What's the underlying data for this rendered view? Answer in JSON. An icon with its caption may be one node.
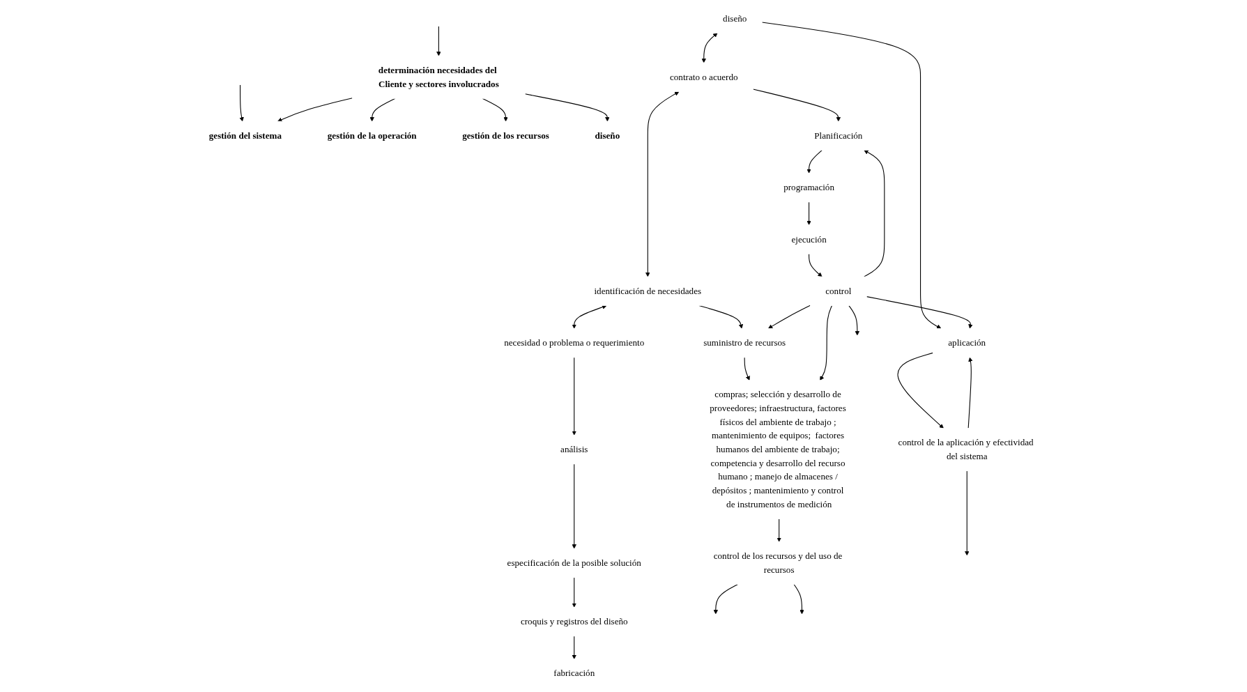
{
  "diagram": {
    "nodes": [
      {
        "text": [
          "determinación necesidades del Cliente y sectores involucrados"
        ]
      },
      {
        "text": [
          "gestión del sistema"
        ]
      },
      {
        "text": [
          "gestión de la operación"
        ]
      },
      {
        "text": [
          "gestión de los recursos"
        ]
      },
      {
        "text": [
          "diseño"
        ]
      },
      {
        "text": [
          "diseño"
        ]
      },
      {
        "text": [
          "contrato o acuerdo"
        ]
      },
      {
        "text": [
          "identificación de necesidades"
        ]
      },
      {
        "text": [
          "necesidad o problema o requerimiento"
        ]
      },
      {
        "text": [
          "aplicación"
        ]
      },
      {
        "text": [
          "Planificación"
        ]
      },
      {
        "text": [
          "suministro de recursos"
        ]
      },
      {
        "text": [
          "análisis"
        ]
      },
      {
        "text": [
          "programación"
        ]
      },
      {
        "text": [
          "compras; selección y desarrollo de proveedores; infraestructura, factores físicos del ambiente de trabajo ; mantenimiento de equipos;  factores humanos del ambiente de trabajo; competencia y desarrollo del recurso humano ; manejo de almacenes / depósitos ; mantenimiento y control de instrumentos de medición"
        ]
      },
      {
        "text": [
          "control de la aplicación y efectividad del sistema"
        ]
      },
      {
        "text": [
          "especificación de la posible solución"
        ]
      },
      {
        "text": [
          "ejecución"
        ]
      },
      {
        "text": [
          "croquis y registros del diseño"
        ]
      },
      {
        "text": [
          "control"
        ]
      },
      {
        "text": [
          "control de los recursos y del uso de recursos"
        ]
      },
      {
        "text": [
          "fabricación"
        ]
      }
    ],
    "edges": [
      {
        "from": null,
        "to": 0,
        "arrow": "to"
      },
      {
        "from": null,
        "to": 1,
        "arrow": "to"
      },
      {
        "from": 0,
        "to": 1,
        "arrow": "to"
      },
      {
        "from": 0,
        "to": 2,
        "arrow": "to"
      },
      {
        "from": 0,
        "to": 3,
        "arrow": "to"
      },
      {
        "from": 0,
        "to": 4,
        "arrow": "to"
      },
      {
        "from": 5,
        "to": 6,
        "arrow": "both"
      },
      {
        "from": 6,
        "to": 7,
        "arrow": "both"
      },
      {
        "from": 7,
        "to": 8,
        "arrow": "both"
      },
      {
        "from": 5,
        "to": 9,
        "arrow": "to"
      },
      {
        "from": 6,
        "to": 10,
        "arrow": "to"
      },
      {
        "from": 7,
        "to": 11,
        "arrow": "to"
      },
      {
        "from": 8,
        "to": 12,
        "arrow": "to"
      },
      {
        "from": 9,
        "to": 15,
        "arrow": "to"
      },
      {
        "from": 15,
        "to": 9,
        "arrow": "to"
      },
      {
        "from": 10,
        "to": 13,
        "arrow": "to"
      },
      {
        "from": 11,
        "to": 14,
        "arrow": "to"
      },
      {
        "from": 12,
        "to": 16,
        "arrow": "to"
      },
      {
        "from": 13,
        "to": 17,
        "arrow": "to"
      },
      {
        "from": 16,
        "to": 18,
        "arrow": "to"
      },
      {
        "from": 17,
        "to": 19,
        "arrow": "to"
      },
      {
        "from": 19,
        "to": 9,
        "arrow": "to"
      },
      {
        "from": 19,
        "to": 10,
        "arrow": "to"
      },
      {
        "from": 19,
        "to": 11,
        "arrow": "to"
      },
      {
        "from": 19,
        "to": 14,
        "arrow": "to"
      },
      {
        "from": 15,
        "to": null,
        "arrow": "to"
      },
      {
        "from": 19,
        "to": null,
        "arrow": "to"
      },
      {
        "from": 14,
        "to": 20,
        "arrow": "to"
      },
      {
        "from": 20,
        "to": null,
        "arrow": "to"
      },
      {
        "from": 20,
        "to": null,
        "arrow": "to"
      },
      {
        "from": 18,
        "to": 21,
        "arrow": "to"
      }
    ]
  }
}
